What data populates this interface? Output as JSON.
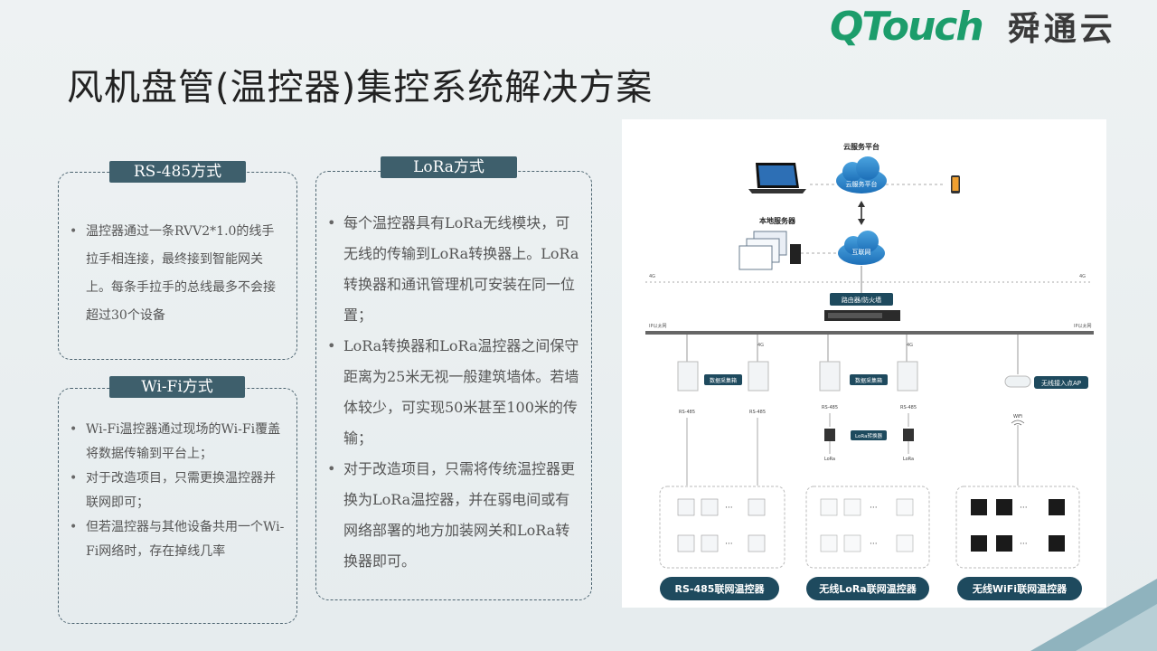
{
  "logo": {
    "en": "QTouch",
    "cn": "舜通云"
  },
  "title": "风机盘管(温控器)集控系统解决方案",
  "rs485": {
    "label": "RS-485方式",
    "items": [
      "温控器通过一条RVV2*1.0的线手拉手相连接，最终接到智能网关上。每条手拉手的总线最多不会接超过30个设备"
    ]
  },
  "wifi": {
    "label": "Wi-Fi方式",
    "items": [
      "Wi-Fi温控器通过现场的Wi-Fi覆盖将数据传输到平台上；",
      "对于改造项目，只需更换温控器并联网即可；",
      "但若温控器与其他设备共用一个Wi-Fi网络时，存在掉线几率"
    ]
  },
  "lora": {
    "label": "LoRa方式",
    "items": [
      "每个温控器具有LoRa无线模块，可无线的传输到LoRa转换器上。LoRa转换器和通讯管理机可安装在同一位置；",
      "LoRa转换器和LoRa温控器之间保守距离为25米无视一般建筑墙体。若墙体较少，可实现50米甚至100米的传输；",
      "对于改造项目，只需将传统温控器更换为LoRa温控器，并在弱电间或有网络部署的地方加装网关和LoRa转换器即可。"
    ]
  },
  "diagram": {
    "cloud_title": "云服务平台",
    "cloud_label": "云服务平台",
    "internet": "互联网",
    "local_server": "本地服务器",
    "router": "路由器/防火墙",
    "lan_left": "IP以太网",
    "lan_right": "IP以太网",
    "collect_box_1": "数据采集箱",
    "collect_box_2": "数据采集箱",
    "rs485_tags": [
      "RS-485",
      "RS-485",
      "RS-485",
      "RS-485"
    ],
    "lora_converter": "LoRa转换器",
    "lora_tags": [
      "LoRa",
      "LoRa"
    ],
    "ap_label": "无线接入点AP",
    "wifi_tag": "WiFi",
    "dots": "···",
    "badge_4g": "4G",
    "btn_rs485": "RS-485联网温控器",
    "btn_lora": "无线LoRa联网温控器",
    "btn_wifi": "无线WiFi联网温控器",
    "colors": {
      "badge": "#1e4a5e",
      "accent": "#2a6a8a",
      "line": "#888888"
    }
  }
}
